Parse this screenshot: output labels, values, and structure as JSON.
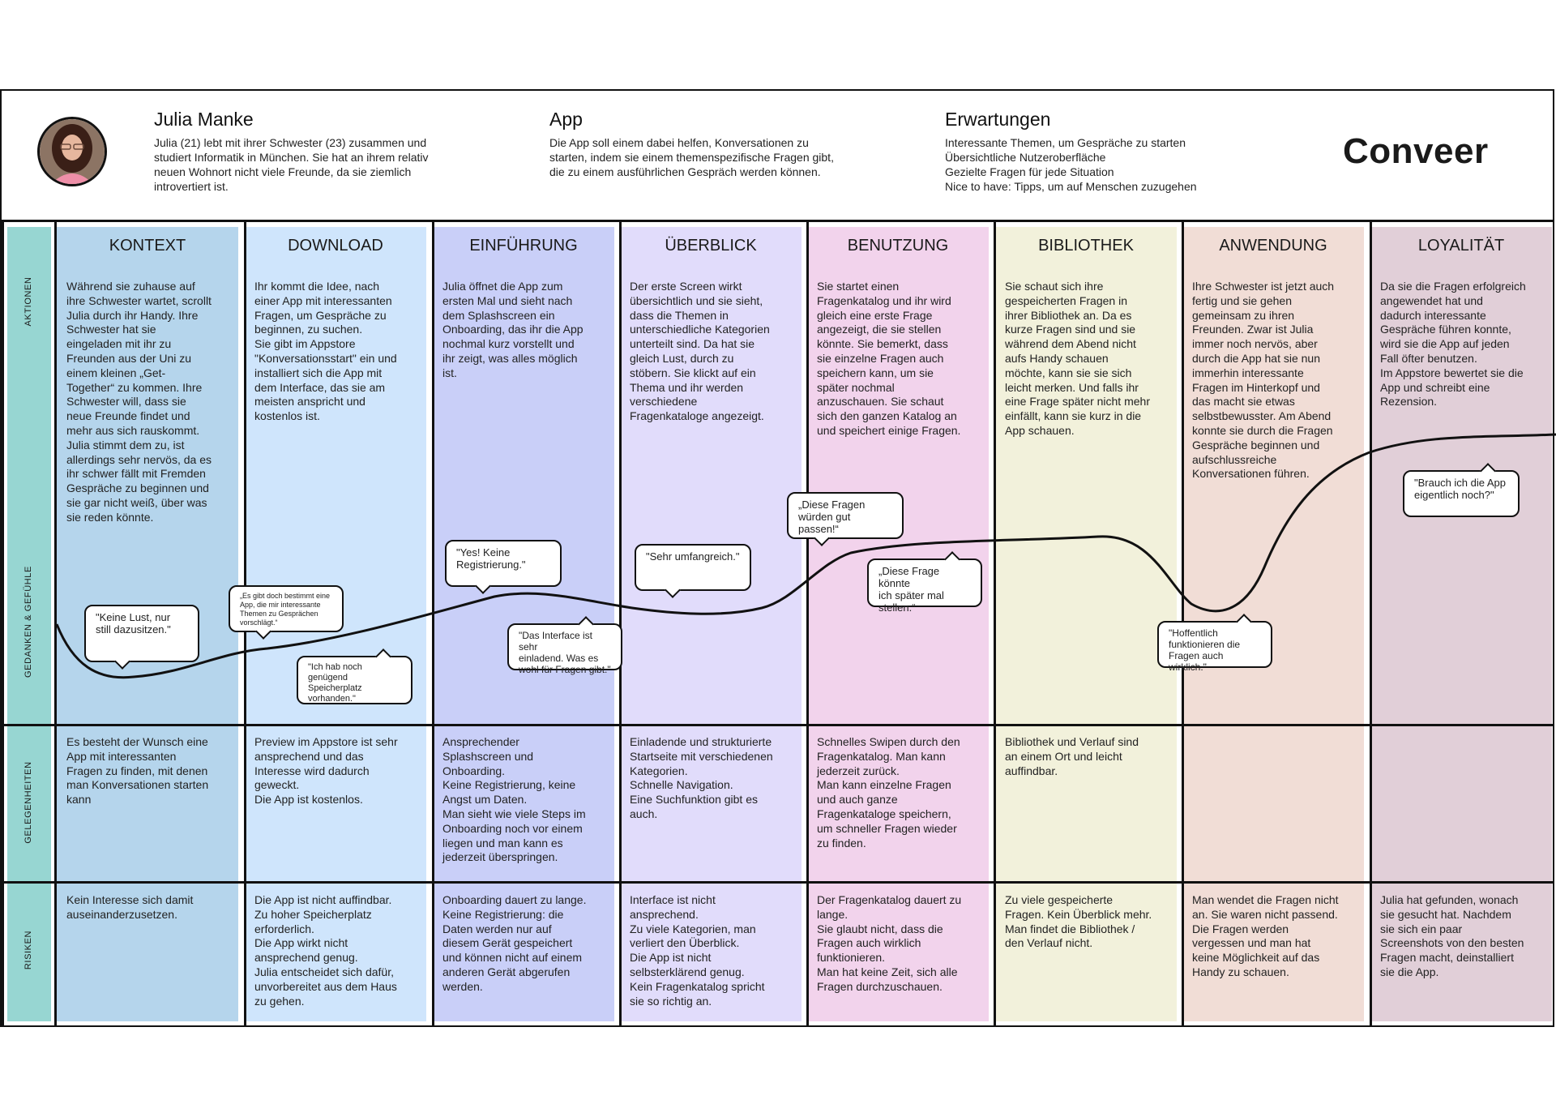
{
  "persona": {
    "name": "Julia Manke",
    "description": "Julia (21) lebt mit ihrer Schwester (23) zusammen und\nstudiert Informatik in München. Sie hat an ihrem relativ\nneuen Wohnort nicht viele Freunde, da sie ziemlich\nintrovertiert ist."
  },
  "app": {
    "title": "App",
    "description": "Die App soll einem dabei helfen, Konversationen zu\nstarten, indem sie einem themenspezifische Fragen gibt,\ndie zu einem ausführlichen Gespräch werden können."
  },
  "expectations": {
    "title": "Erwartungen",
    "items": "Interessante Themen, um Gespräche zu starten\nÜbersichtliche Nutzeroberfläche\nGezielte Fragen für jede Situation\nNice to have: Tipps, um auf Menschen zuzugehen"
  },
  "brand": "Conveer",
  "row_labels": {
    "actions": "AKTIONEN",
    "thoughts": "GEDANKEN & GEFÜHLE",
    "opportunities": "GELEGENHEITEN",
    "risks": "RISIKEN"
  },
  "phases": [
    {
      "title": "KONTEXT",
      "color": "#b5d5ec",
      "actions": "Während sie zuhause auf\nihre Schwester wartet, scrollt\nJulia durch ihr Handy. Ihre\nSchwester hat sie\neingeladen mit ihr zu\nFreunden aus der Uni zu\neinem kleinen „Get-\nTogether“ zu kommen. Ihre\nSchwester will, dass sie\nneue Freunde findet und\nmehr aus sich rauskommt.\nJulia stimmt dem zu, ist\nallerdings sehr nervös, da es\nihr schwer fällt mit Fremden\nGespräche zu beginnen und\nsie gar nicht weiß, über was\nsie reden könnte.",
      "opportunities": "Es besteht der Wunsch eine\nApp mit interessanten\nFragen zu finden, mit denen\nman Konversationen starten\nkann",
      "risks": "Kein Interesse sich damit\nauseinanderzusetzen."
    },
    {
      "title": "DOWNLOAD",
      "color": "#cfe5fc",
      "actions": "Ihr kommt die Idee, nach\neiner App mit interessanten\nFragen, um Gespräche zu\nbeginnen, zu suchen.\nSie gibt im Appstore\n\"Konversationsstart\" ein und\ninstalliert sich die App mit\ndem Interface, das sie am\nmeisten anspricht und\nkostenlos ist.",
      "opportunities": "Preview im Appstore ist sehr\nansprechend und das\nInteresse wird dadurch\ngeweckt.\nDie App ist kostenlos.",
      "risks": "Die App ist nicht auffindbar.\nZu hoher Speicherplatz\nerforderlich.\nDie App wirkt nicht\nansprechend genug.\nJulia entscheidet sich dafür,\nunvorbereitet aus dem Haus\nzu gehen."
    },
    {
      "title": "EINFÜHRUNG",
      "color": "#c9cff8",
      "actions": "Julia öffnet die App zum\nersten Mal und sieht nach\ndem Splashscreen ein\nOnboarding, das ihr die App\nnochmal kurz vorstellt und\nihr zeigt, was alles möglich\nist.",
      "opportunities": "Ansprechender\nSplashscreen und\nOnboarding.\nKeine Registrierung, keine\nAngst um Daten.\nMan sieht wie viele Steps im\nOnboarding noch vor einem\nliegen und man kann es\njederzeit überspringen.",
      "risks": "Onboarding dauert zu lange.\nKeine Registrierung: die\nDaten werden nur auf\ndiesem Gerät gespeichert\nund können nicht auf einem\nanderen Gerät abgerufen\nwerden."
    },
    {
      "title": "ÜBERBLICK",
      "color": "#e1dcfb",
      "actions": "Der erste Screen wirkt\nübersichtlich und sie sieht,\ndass die Themen in\nunterschiedliche Kategorien\nunterteilt sind. Da hat sie\ngleich Lust, durch zu\nstöbern. Sie klickt auf ein\nThema und ihr werden\nverschiedene\nFragenkataloge angezeigt.",
      "opportunities": "Einladende und strukturierte\nStartseite mit verschiedenen\nKategorien.\nSchnelle Navigation.\nEine Suchfunktion gibt es\nauch.",
      "risks": "Interface ist nicht\nansprechend.\nZu viele Kategorien, man\nverliert den Überblick.\nDie App ist nicht\nselbsterklärend genug.\nKein Fragenkatalog spricht\nsie so richtig an."
    },
    {
      "title": "BENUTZUNG",
      "color": "#f2d3ec",
      "actions": "Sie startet einen\nFragenkatalog und ihr wird\ngleich eine erste Frage\nangezeigt, die sie stellen\nkönnte. Sie bemerkt, dass\nsie einzelne Fragen auch\nspeichern kann, um sie\nspäter nochmal\nanzuschauen. Sie schaut\nsich den ganzen Katalog an\nund speichert einige Fragen.",
      "opportunities": "Schnelles Swipen durch den\nFragenkatalog. Man kann\njederzeit zurück.\nMan kann einzelne Fragen\nund auch ganze\nFragenkataloge speichern,\num schneller Fragen wieder\nzu finden.",
      "risks": "Der Fragenkatalog dauert zu\nlange.\nSie glaubt nicht, dass die\nFragen auch wirklich\nfunktionieren.\nMan hat keine Zeit, sich alle\nFragen durchzuschauen."
    },
    {
      "title": "BIBLIOTHEK",
      "color": "#f2f1db",
      "actions": "Sie schaut sich ihre\ngespeicherten Fragen in\nihrer Bibliothek an. Da es\nkurze Fragen sind und sie\nwährend dem Abend nicht\naufs Handy schauen\nmöchte, kann sie sie sich\nleicht merken. Und falls ihr\neine Frage später nicht mehr\neinfällt, kann sie kurz in die\nApp schauen.",
      "opportunities": "Bibliothek und Verlauf sind\nan einem Ort und leicht\nauffindbar.",
      "risks": "Zu viele gespeicherte\nFragen. Kein Überblick mehr.\nMan findet die Bibliothek /\nden Verlauf nicht."
    },
    {
      "title": "ANWENDUNG",
      "color": "#f1ddd6",
      "actions": "Ihre Schwester ist jetzt auch\nfertig und sie gehen\ngemeinsam zu ihren\nFreunden. Zwar ist Julia\nimmer noch nervös, aber\ndurch die App hat sie nun\nimmerhin interessante\nFragen im Hinterkopf und\ndas macht sie etwas\nselbstbewusster. Am Abend\nkonnte sie durch die Fragen\nGespräche beginnen und\naufschlussreiche\nKonversationen führen.",
      "opportunities": "",
      "risks": "Man wendet die Fragen nicht\nan. Sie waren nicht passend.\nDie Fragen werden\nvergessen und man hat\nkeine Möglichkeit auf das\nHandy zu schauen."
    },
    {
      "title": "LOYALITÄT",
      "color": "#e1cfd8",
      "actions": "Da sie die Fragen erfolgreich\nangewendet hat und\ndadurch interessante\nGespräche führen konnte,\nwird sie die App auf jeden\nFall öfter benutzen.\nIm Appstore bewertet sie die\nApp und schreibt eine\nRezension.",
      "opportunities": "",
      "risks": "Julia hat gefunden, wonach\nsie gesucht hat. Nachdem\nsie sich ein paar\nScreenshots von den besten\nFragen macht, deinstalliert\nsie die App."
    }
  ],
  "bubbles": [
    {
      "text": "\"Keine Lust, nur\nstill dazusitzen.\""
    },
    {
      "text": "„Es gibt doch bestimmt eine\nApp, die mir interessante\nThemen zu Gesprächen\nvorschlägt.“"
    },
    {
      "text": "\"Ich hab noch genügend\nSpeicherplatz\nvorhanden.\""
    },
    {
      "text": "\"Yes! Keine\nRegistrierung.\""
    },
    {
      "text": "\"Das Interface ist sehr\neinladend. Was es\nwohl für Fragen gibt.\""
    },
    {
      "text": "\"Sehr umfangreich.\""
    },
    {
      "text": "„Diese Fragen\nwürden gut passen!“"
    },
    {
      "text": "„Diese Frage könnte\nich später mal\nstellen.“"
    },
    {
      "text": "\"Hoffentlich\nfunktionieren die\nFragen auch wirklich.\""
    },
    {
      "text": "\"Brauch ich die App\neigentlich noch?\""
    }
  ]
}
